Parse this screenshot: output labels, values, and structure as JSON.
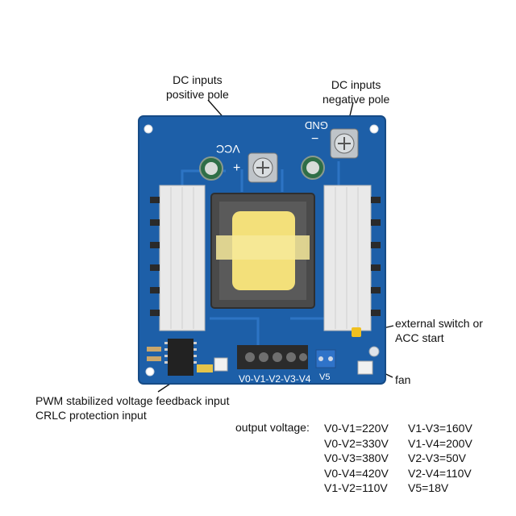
{
  "callouts": {
    "dc_positive_line1": "DC inputs",
    "dc_positive_line2": "positive pole",
    "dc_negative_line1": "DC inputs",
    "dc_negative_line2": "negative pole",
    "switch_line1": "external switch or",
    "switch_line2": "ACC start",
    "fan": "fan",
    "pwm_line1": "PWM stabilized voltage feedback input",
    "pwm_line2": "CRLC protection input"
  },
  "board_silkscreen": {
    "vcc": "VCC",
    "gnd": "GND",
    "plus": "+",
    "minus": "−",
    "terminals": "V0-V1-V2-V3-V4",
    "v5": "V5"
  },
  "output_voltage": {
    "title": "output voltage:",
    "rows": [
      [
        "V0-V1=220V",
        "V1-V3=160V"
      ],
      [
        "V0-V2=330V",
        "V1-V4=200V"
      ],
      [
        "V0-V3=380V",
        "V2-V3=50V"
      ],
      [
        "V0-V4=420V",
        "V2-V4=110V"
      ],
      [
        "V1-V2=110V",
        "V5=18V"
      ]
    ]
  },
  "colors": {
    "pcb_blue": "#1d5fa8",
    "heatsink": "#e8e8e8",
    "transformer_core": "#4a4a4a",
    "coil": "#f3e07a",
    "terminal_block": "#2b2b2b",
    "v5_block": "#2f73c9"
  }
}
